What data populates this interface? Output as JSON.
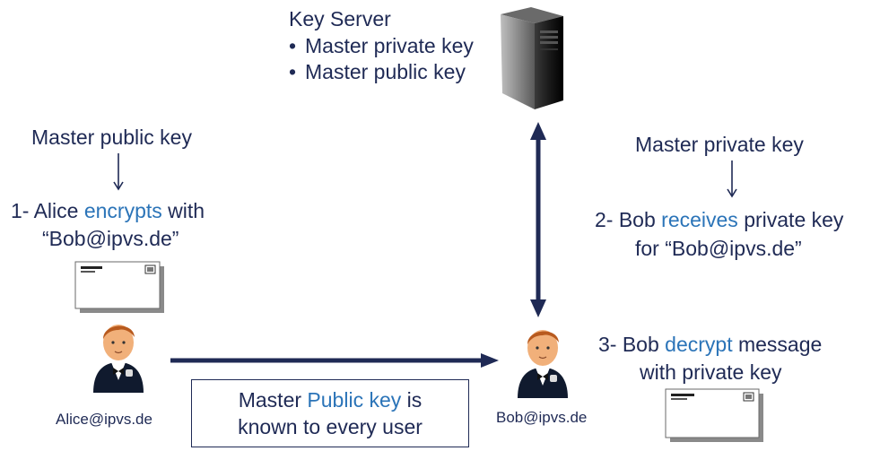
{
  "key_server": {
    "title": "Key Server",
    "items": [
      "Master private key",
      "Master public key"
    ]
  },
  "alice_side": {
    "label_top": "Master public key",
    "step_prefix": "1- Alice ",
    "step_highlight": "encrypts",
    "step_suffix": " with",
    "step_line2": "“Bob@ipvs.de”",
    "name": "Alice@ipvs.de"
  },
  "bob_side": {
    "label_top": "Master private key",
    "step2_prefix": "2- Bob ",
    "step2_highlight": "receives",
    "step2_suffix": " private key",
    "step2_line2": "for “Bob@ipvs.de”",
    "step3_prefix": "3- Bob ",
    "step3_highlight": "decrypt",
    "step3_suffix": " message",
    "step3_line2": "with private key",
    "name": "Bob@ipvs.de"
  },
  "note_box": {
    "line1_prefix": "Master ",
    "line1_highlight": "Public key",
    "line1_suffix": " is",
    "line2": "known to every user"
  },
  "colors": {
    "text": "#1f2a55",
    "highlight": "#2b74b8",
    "arrow": "#1f2a55"
  },
  "icons": [
    "server-icon",
    "envelope-icon",
    "person-icon",
    "down-arrow-icon",
    "double-arrow-icon",
    "right-arrow-icon"
  ]
}
